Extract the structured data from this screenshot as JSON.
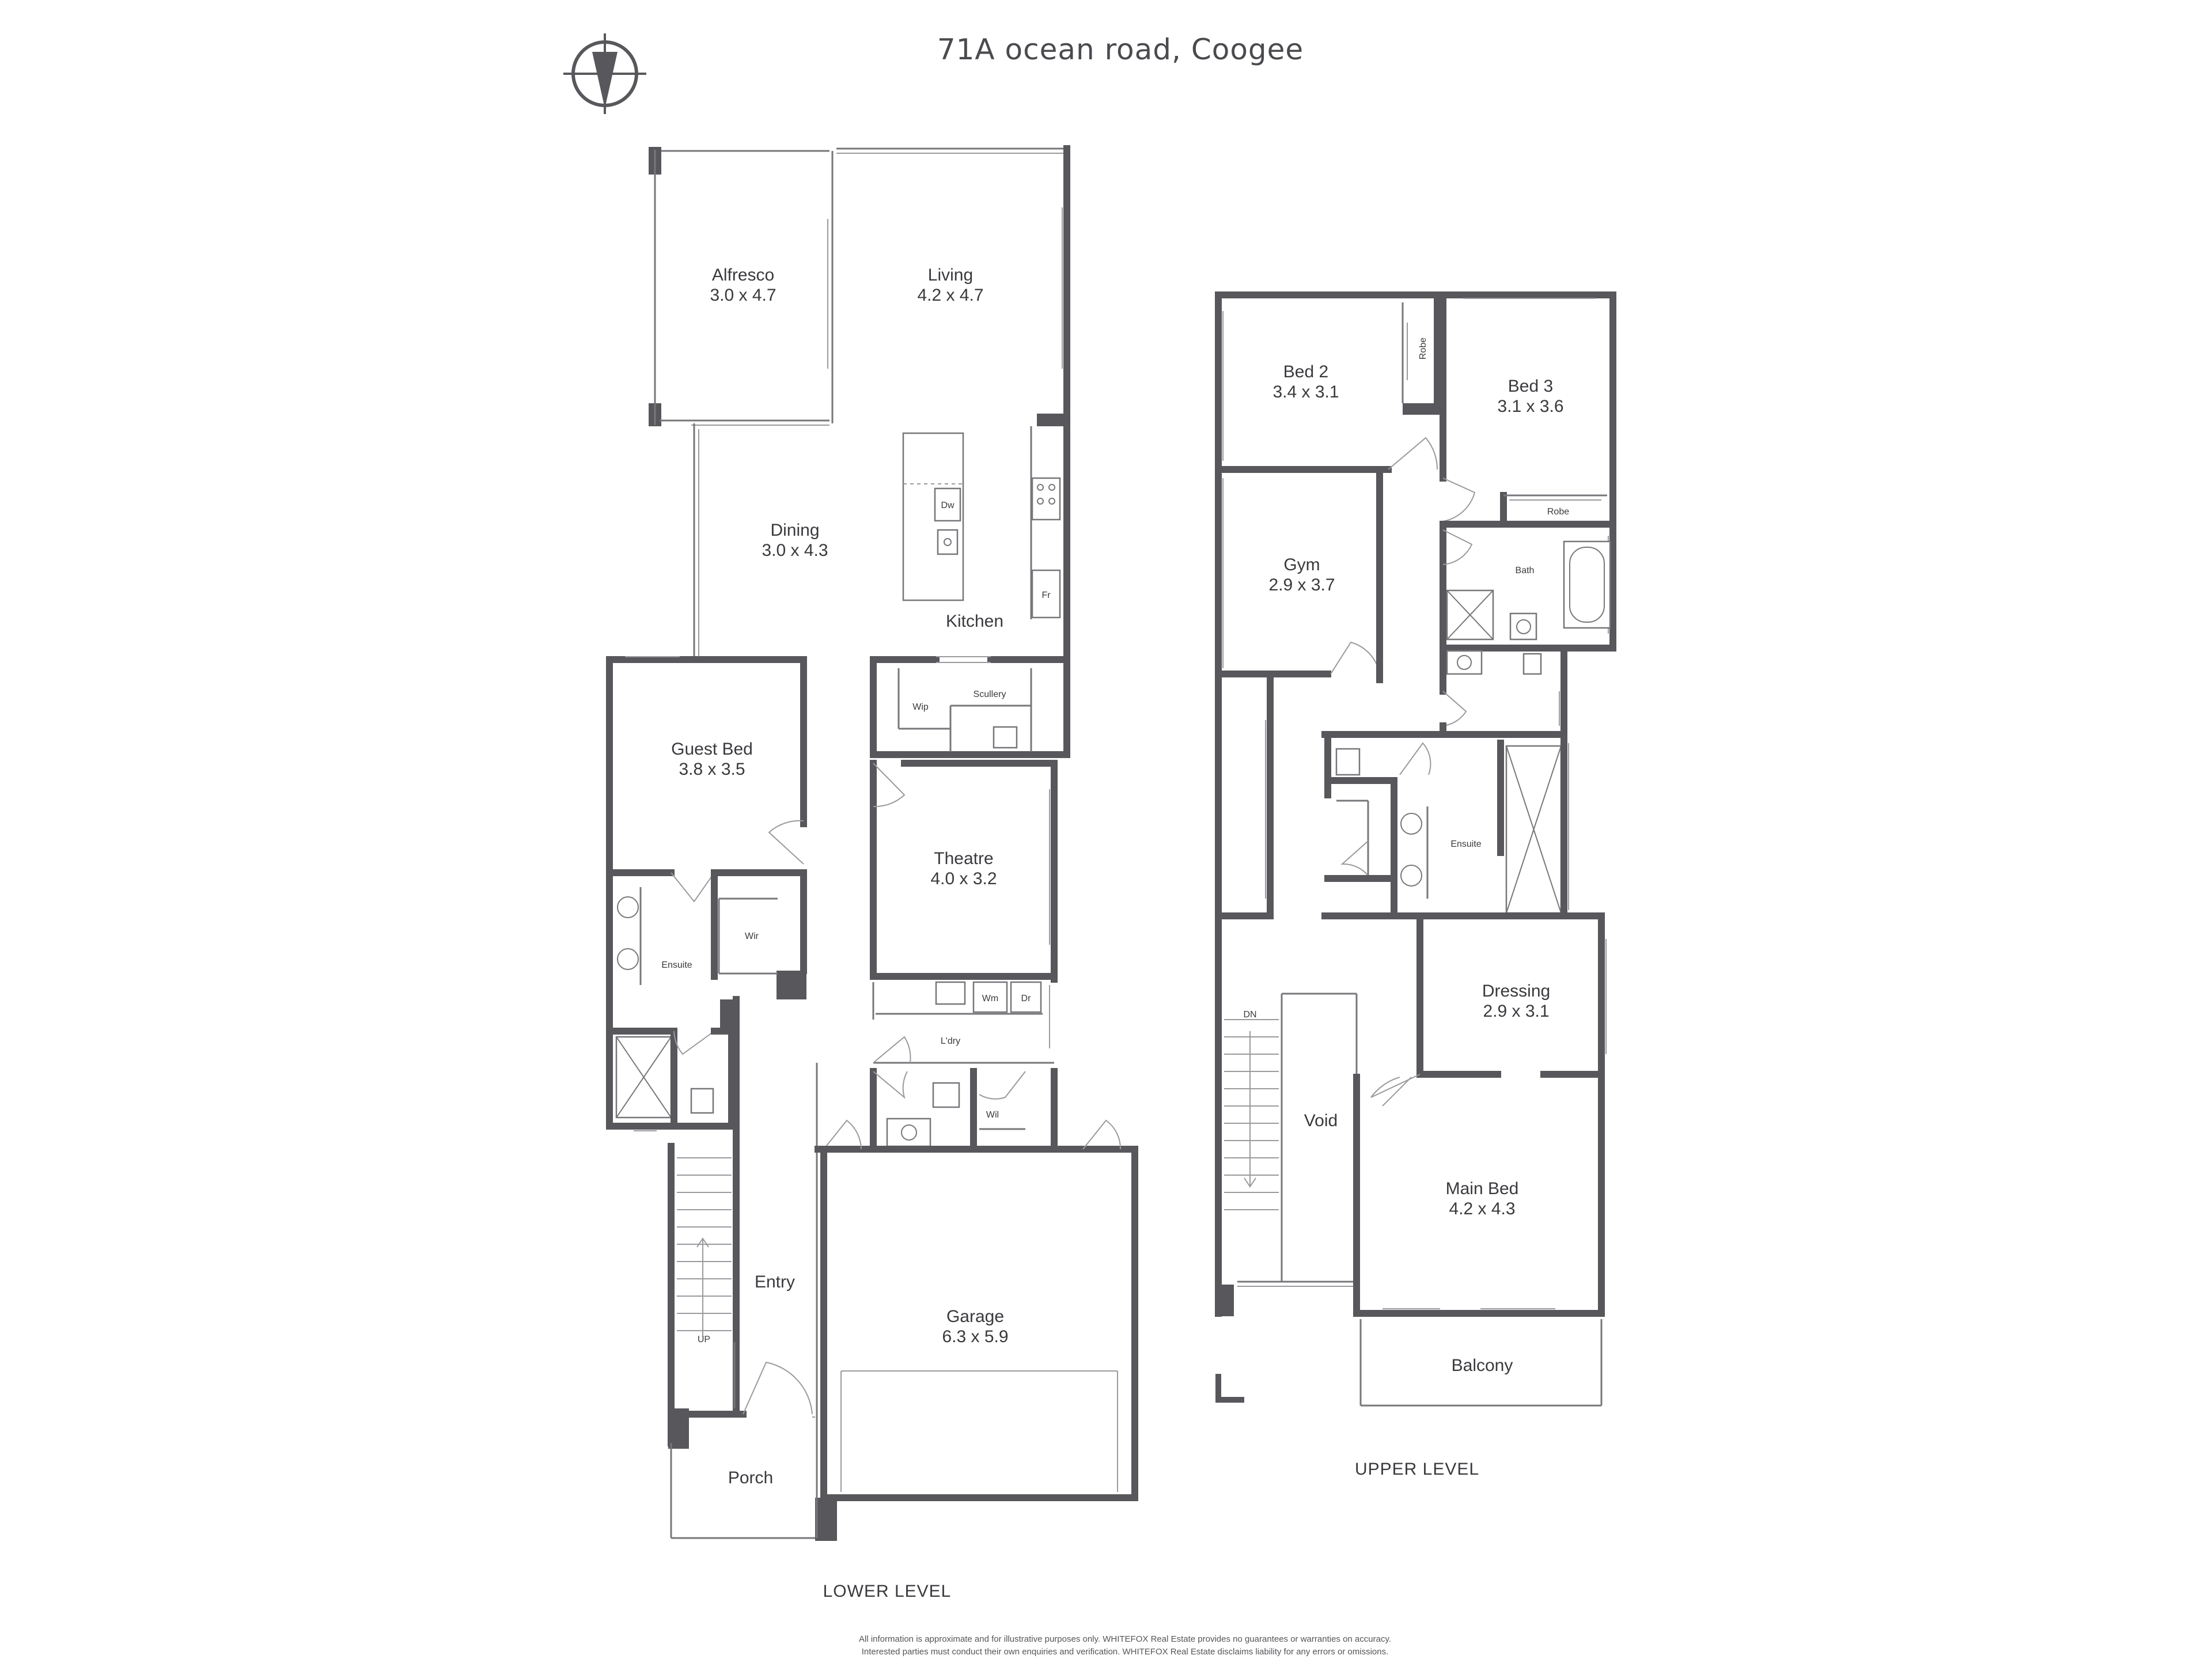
{
  "title": "71A ocean road, Coogee",
  "compass": {
    "icon": "north-compass-icon"
  },
  "levels": {
    "lower": "LOWER LEVEL",
    "upper": "UPPER LEVEL"
  },
  "rooms": {
    "alfresco": {
      "name": "Alfresco",
      "dims": "3.0 x 4.7"
    },
    "living": {
      "name": "Living",
      "dims": "4.2 x 4.7"
    },
    "dining": {
      "name": "Dining",
      "dims": "3.0 x 4.3"
    },
    "kitchen": {
      "name": "Kitchen"
    },
    "guest_bed": {
      "name": "Guest Bed",
      "dims": "3.8 x 3.5"
    },
    "theatre": {
      "name": "Theatre",
      "dims": "4.0 x 3.2"
    },
    "entry": {
      "name": "Entry"
    },
    "garage": {
      "name": "Garage",
      "dims": "6.3 x 5.9"
    },
    "porch": {
      "name": "Porch"
    },
    "bed2": {
      "name": "Bed 2",
      "dims": "3.4 x 3.1"
    },
    "bed3": {
      "name": "Bed 3",
      "dims": "3.1 x 3.6"
    },
    "gym": {
      "name": "Gym",
      "dims": "2.9 x 3.7"
    },
    "dressing": {
      "name": "Dressing",
      "dims": "2.9 x 3.1"
    },
    "void": {
      "name": "Void"
    },
    "main_bed": {
      "name": "Main Bed",
      "dims": "4.2 x 4.3"
    },
    "balcony": {
      "name": "Balcony"
    }
  },
  "small_labels": {
    "dw": "Dw",
    "fr": "Fr",
    "wip": "Wip",
    "scullery": "Scullery",
    "ensuite_lower": "Ensuite",
    "wir": "Wir",
    "wm": "Wm",
    "dr": "Dr",
    "ldry": "L'dry",
    "wil": "Wil",
    "up": "UP",
    "robe_bed2": "Robe",
    "robe_bed3": "Robe",
    "bath": "Bath",
    "ensuite_upper": "Ensuite",
    "dn": "DN"
  },
  "disclaimer": {
    "line1": "All information is approximate and for illustrative purposes only. WHITEFOX Real Estate provides no guarantees or warranties on accuracy.",
    "line2": "Interested parties must conduct their own enquiries and verification. WHITEFOX Real Estate disclaims liability for any errors or omissions."
  }
}
